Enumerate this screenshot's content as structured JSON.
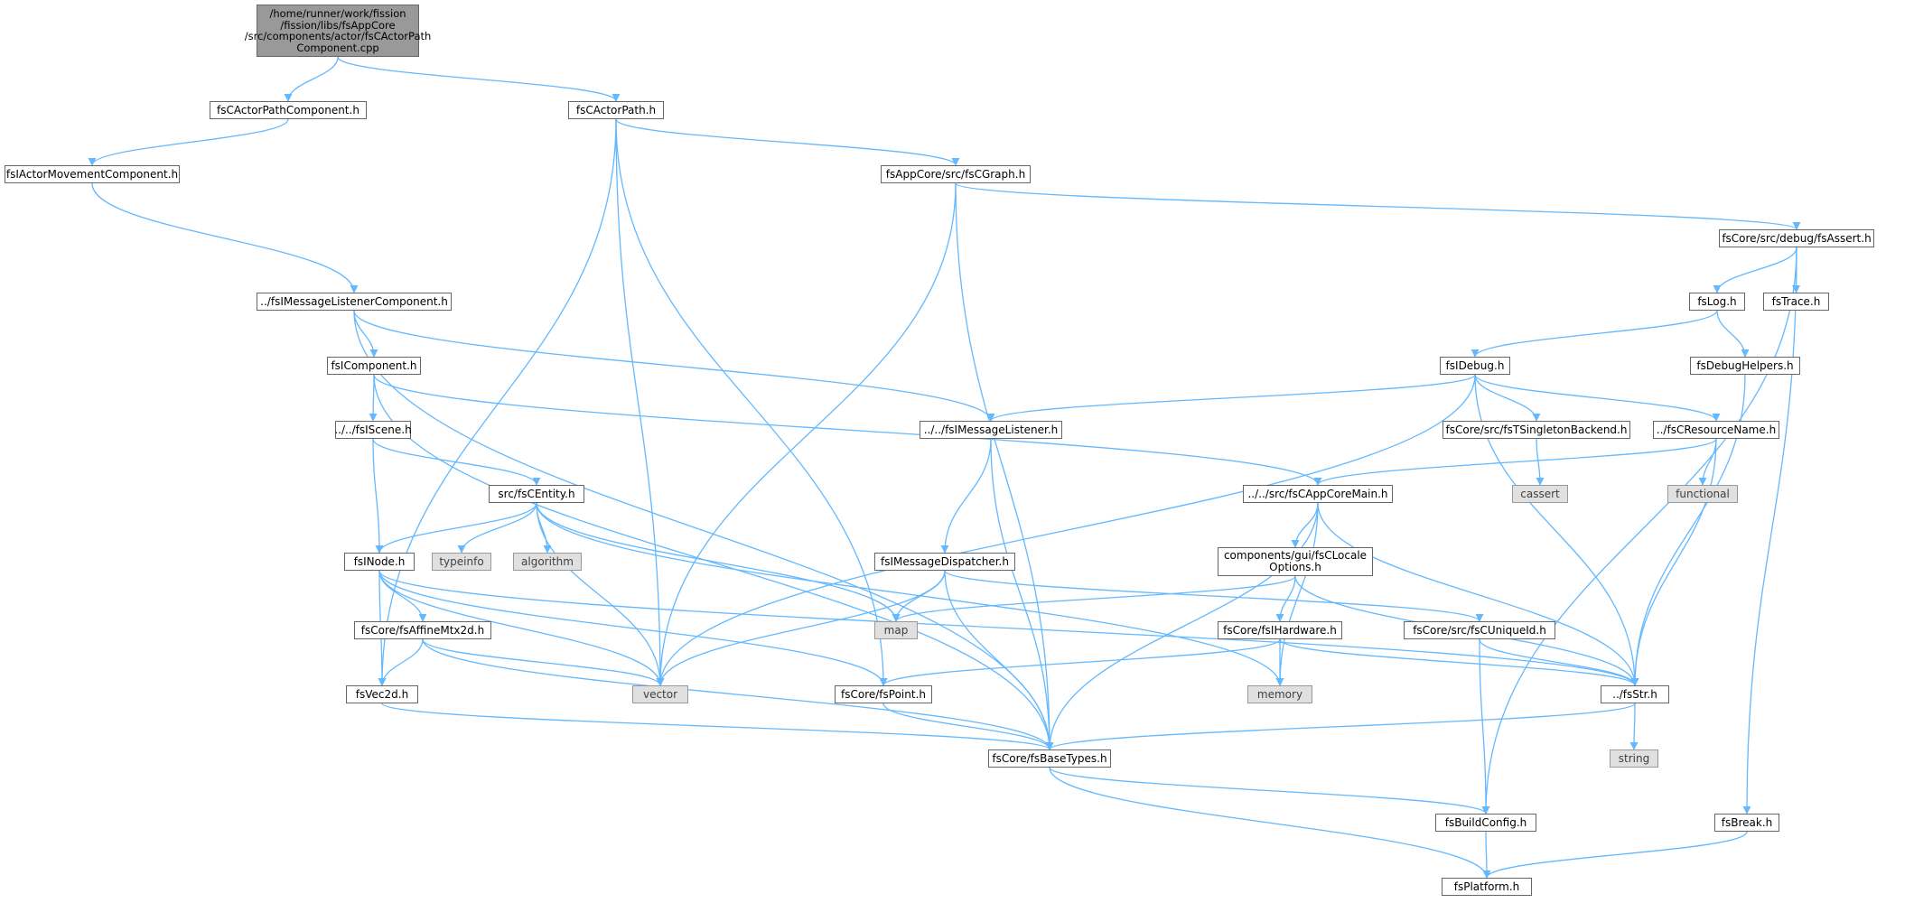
{
  "colors": {
    "edge": "#63b8ff",
    "root_fill": "#999999",
    "system_fill": "#e0e0e0",
    "node_border": "#666666"
  },
  "nodes": {
    "root": "/home/runner/work/fission\n/fission/libs/fsAppCore\n/src/components/actor/fsCActorPath\nComponent.cpp",
    "actorPathComponentH": "fsCActorPathComponent.h",
    "actorPathH": "fsCActorPath.h",
    "movementComponentH": "fsIActorMovementComponent.h",
    "graphH": "fsAppCore/src/fsCGraph.h",
    "assertH": "fsCore/src/debug/fsAssert.h",
    "msgListenerComponentH": "../fsIMessageListenerComponent.h",
    "logH": "fsLog.h",
    "traceH": "fsTrace.h",
    "componentH": "fsIComponent.h",
    "debugH": "fsIDebug.h",
    "debugHelpersH": "fsDebugHelpers.h",
    "sceneH": "../../fsIScene.h",
    "msgListenerH": "../../fsIMessageListener.h",
    "singletonBackendH": "fsCore/src/fsTSingletonBackend.h",
    "resourceNameH": "../fsCResourceName.h",
    "entityH": "src/fsCEntity.h",
    "appCoreMainH": "../../src/fsCAppCoreMain.h",
    "cassert": "cassert",
    "functional": "functional",
    "nodeH": "fsINode.h",
    "typeinfo": "typeinfo",
    "algorithm": "algorithm",
    "msgDispatcherH": "fsIMessageDispatcher.h",
    "localeOptionsH": "components/gui/fsCLocale\nOptions.h",
    "map": "map",
    "affineH": "fsCore/fsAffineMtx2d.h",
    "hardwareH": "fsCore/fsIHardware.h",
    "uniqueIdH": "fsCore/src/fsCUniqueId.h",
    "vec2dH": "fsVec2d.h",
    "vector": "vector",
    "pointH": "fsCore/fsPoint.h",
    "memory": "memory",
    "strH": "../fsStr.h",
    "baseTypesH": "fsCore/fsBaseTypes.h",
    "string": "string",
    "buildConfigH": "fsBuildConfig.h",
    "breakH": "fsBreak.h",
    "platformH": "fsPlatform.h"
  }
}
